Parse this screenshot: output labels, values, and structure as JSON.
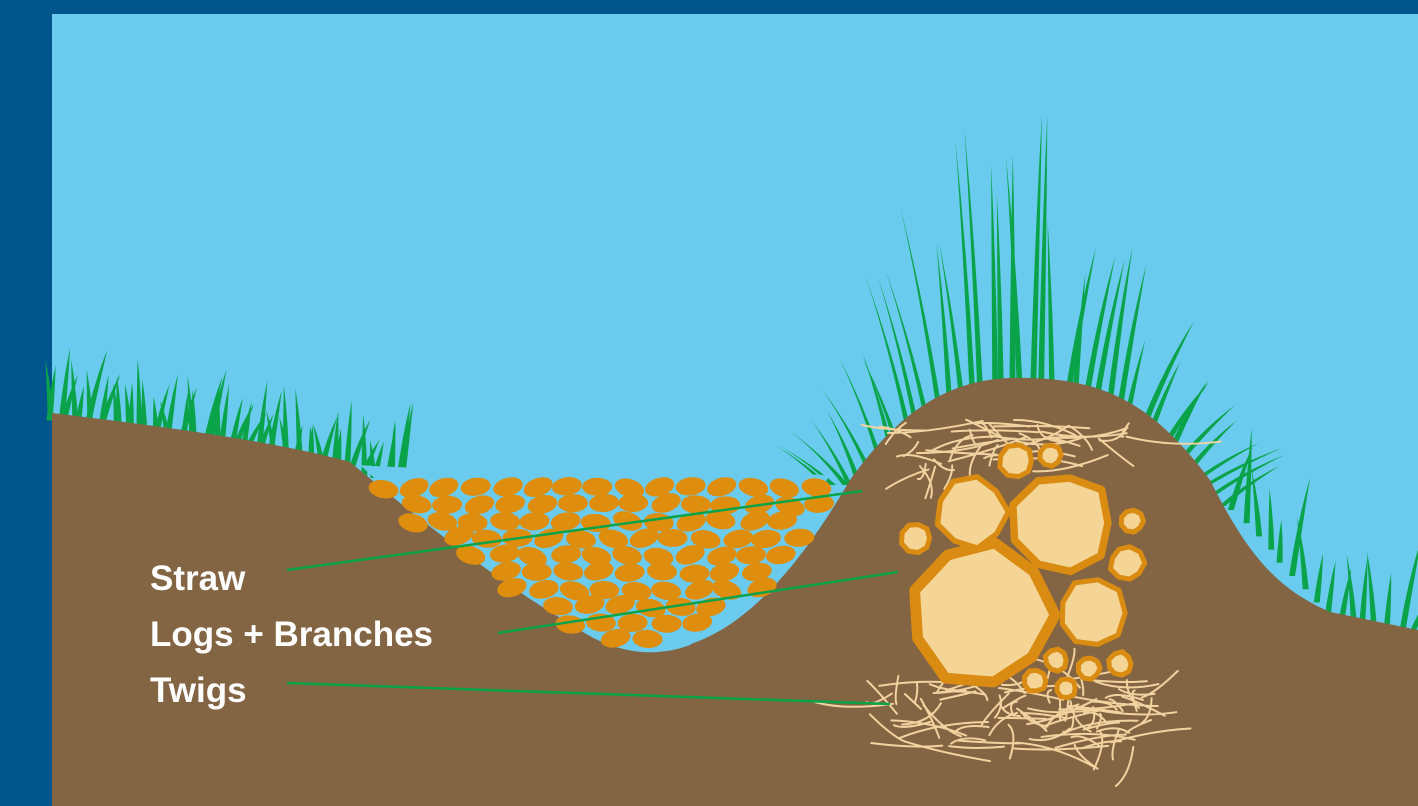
{
  "colors": {
    "frame": "#00568c",
    "sky": "#6bcbee",
    "soil": "#836544",
    "soil_edge": "#6b4f33",
    "water": "#6bcbee",
    "straw": "#de8d0d",
    "log_fill": "#f5d595",
    "log_ring": "#d98b12",
    "twig": "#f2d3a0",
    "grass": "#0aa34a",
    "leader_line": "#0aa34a",
    "label_text": "#ffffff"
  },
  "labels": [
    {
      "id": "straw",
      "text": "Straw"
    },
    {
      "id": "logs",
      "text": "Logs + Branches"
    },
    {
      "id": "twigs",
      "text": "Twigs"
    }
  ],
  "icons": [
    "grass-icon",
    "straw-bale-icon",
    "log-icon",
    "twig-icon"
  ]
}
